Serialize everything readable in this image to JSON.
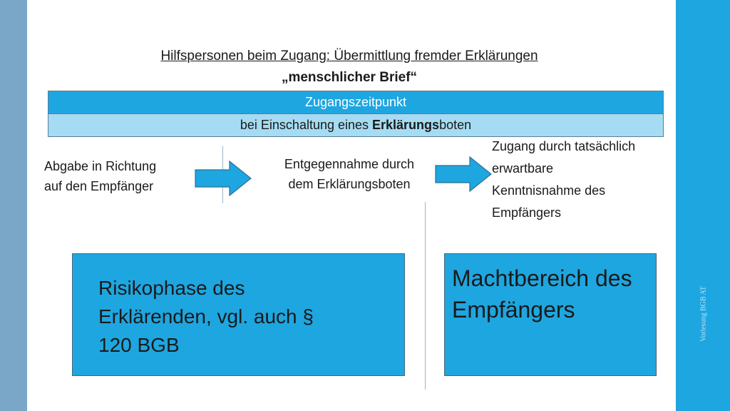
{
  "slide": {
    "title": "Hilfspersonen beim Zugang: Übermittlung fremder Erklärungen",
    "subtitle": "„menschlicher Brief“",
    "band_top": "Zugangszeitpunkt",
    "band_bottom_prefix": "bei Einschaltung eines ",
    "band_bottom_bold": "Erklärungs",
    "band_bottom_suffix": "boten",
    "steps": [
      {
        "line1": "Abgabe in Richtung",
        "line2": "auf den Empfänger"
      },
      {
        "line1": "Entgegennahme durch",
        "line2": "dem Erklärungsboten"
      },
      {
        "line1": "Zugang durch tatsächlich",
        "line2": "erwartbare",
        "line3": "Kenntnisnahme des",
        "line4": "Empfängers"
      }
    ],
    "risk_box": {
      "line1": "Risikophase des",
      "line2": "Erklärenden, vgl. auch §",
      "line3": "120 BGB"
    },
    "power_box": {
      "line1": "Machtbereich des",
      "line2": "Empfängers"
    },
    "footer": "Vorlesung BGB AT"
  },
  "colors": {
    "accent_blue": "#1ea6e0",
    "light_blue": "#a6dcf3",
    "left_bar": "#7aa7c8"
  }
}
